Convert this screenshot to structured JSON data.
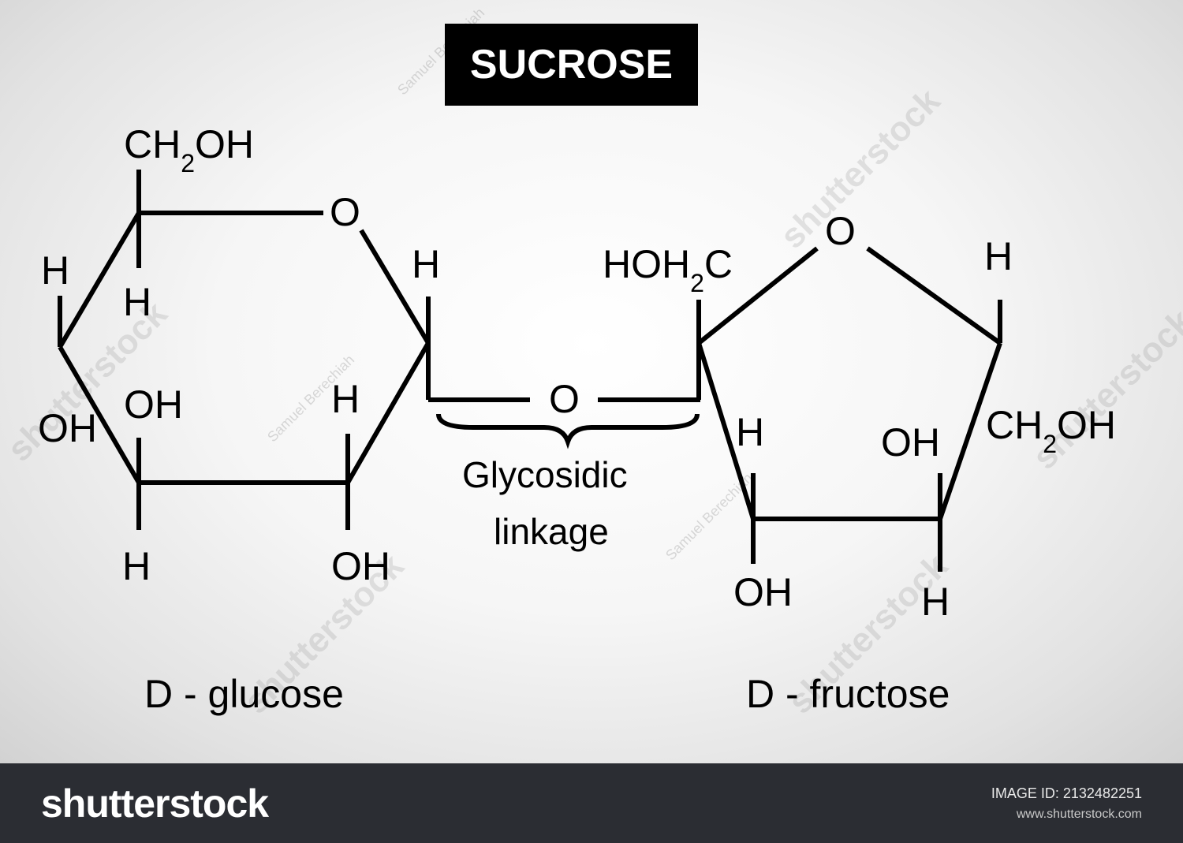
{
  "title": "SUCROSE",
  "glucose": {
    "ch2oh": "CH",
    "ch2oh_sub": "2",
    "ch2oh_tail": "OH",
    "ring_o": "O",
    "h_left": "H",
    "h_inner": "H",
    "h_anomeric": "H",
    "oh_left": "OH",
    "oh_inner": "OH",
    "h_c3": "H",
    "h_c4": "H",
    "oh_c3": "OH",
    "caption": "D - glucose"
  },
  "linkage": {
    "o": "O",
    "label_line1": "Glycosidic",
    "label_line2": "linkage"
  },
  "fructose": {
    "hoh2c": "HOH",
    "hoh2c_sub": "2",
    "hoh2c_tail": "C",
    "ring_o": "O",
    "h_right": "H",
    "ch2oh": "CH",
    "ch2oh_sub": "2",
    "ch2oh_tail": "OH",
    "h_c3": "H",
    "oh_c4": "OH",
    "oh_c3": "OH",
    "h_c4": "H",
    "caption": "D - fructose"
  },
  "watermarks": {
    "brand": "shutterstock",
    "author": "Samuel Berechiah"
  },
  "footer": {
    "brand": "shutterstock",
    "image_id": "IMAGE ID: 2132482251",
    "url": "www.shutterstock.com"
  }
}
